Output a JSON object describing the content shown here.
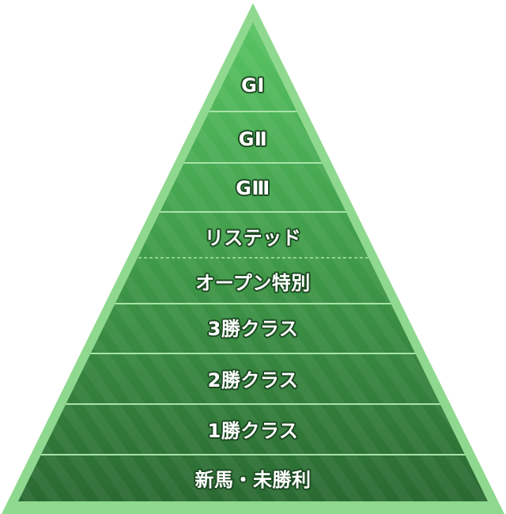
{
  "pyramid": {
    "tiers": [
      {
        "label": "GⅠ"
      },
      {
        "label": "GⅡ"
      },
      {
        "label": "GⅢ"
      },
      {
        "label": "リステッド"
      },
      {
        "label": "オープン特別"
      },
      {
        "label": "3勝クラス"
      },
      {
        "label": "2勝クラス"
      },
      {
        "label": "1勝クラス"
      },
      {
        "label": "新馬・未勝利"
      }
    ],
    "colors": {
      "outline": "#8fd88f",
      "top": "#4fb85a",
      "bottom": "#2b6b33",
      "divider": "#a8e4a8",
      "text_outline": "#1c4a22"
    }
  }
}
